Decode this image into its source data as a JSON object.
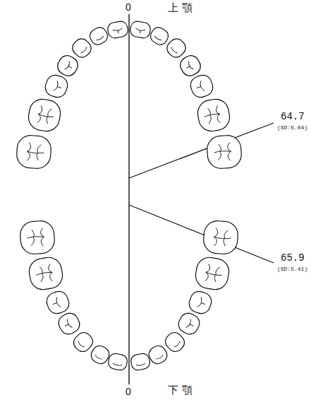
{
  "diagram": {
    "labels": [
      "0",
      "上 顎",
      "64.7",
      "(SD:5.04)",
      "65.9",
      "(SD:5.41)",
      "下 顎",
      "0"
    ]
  }
}
